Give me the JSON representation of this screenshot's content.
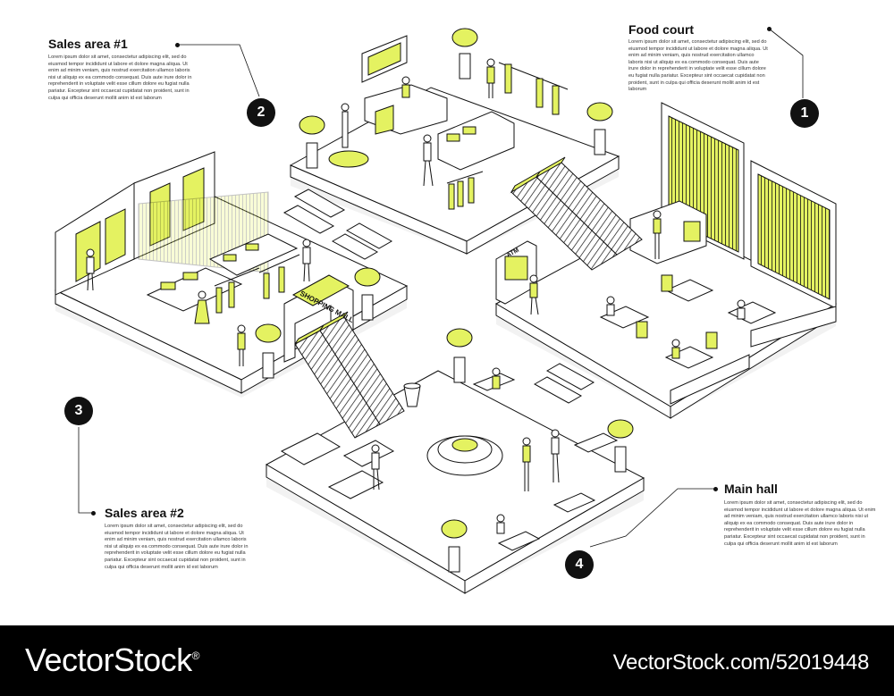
{
  "colors": {
    "accent": "#e4f261",
    "ink": "#111111",
    "floor": "#ffffff",
    "shadow": "#eeeeee",
    "footer_bg": "#000000"
  },
  "sections": [
    {
      "title": "Food court",
      "number": "1",
      "body": "Lorem ipsum dolor sit amet, consectetur adipiscing elit, sed do eiusmod tempor incididunt ut labore et dolore magna aliqua. Ut enim ad minim veniam, quis nostrud exercitation ullamco laboris nisi ut aliquip ex ea commodo consequat. Duis aute irure dolor in reprehenderit in voluptate velit esse cillum dolore eu fugiat nulla pariatur. Excepteur sint occaecat cupidatat non proident, sunt in culpa qui officia deserunt mollit anim id est laborum"
    },
    {
      "title": "Sales area #1",
      "number": "2",
      "body": "Lorem ipsum dolor sit amet, consectetur adipiscing elit, sed do eiusmod tempor incididunt ut labore et dolore magna aliqua. Ut enim ad minim veniam, quis nostrud exercitation ullamco laboris nisi ut aliquip ex ea commodo consequat. Duis aute irure dolor in reprehenderit in voluptate velit esse cillum dolore eu fugiat nulla pariatur. Excepteur sint occaecat cupidatat non proident, sunt in culpa qui officia deserunt mollit anim id est laborum"
    },
    {
      "title": "Sales area #2",
      "number": "3",
      "body": "Lorem ipsum dolor sit amet, consectetur adipiscing elit, sed do eiusmod tempor incididunt ut labore et dolore magna aliqua. Ut enim ad minim veniam, quis nostrud exercitation ullamco laboris nisi ut aliquip ex ea commodo consequat. Duis aute irure dolor in reprehenderit in voluptate velit esse cillum dolore eu fugiat nulla pariatur. Excepteur sint occaecat cupidatat non proident, sunt in culpa qui officia deserunt mollit anim id est laborum"
    },
    {
      "title": "Main hall",
      "number": "4",
      "body": "Lorem ipsum dolor sit amet, consectetur adipiscing elit, sed do eiusmod tempor incididunt ut labore et dolore magna aliqua. Ut enim ad minim veniam, quis nostrud exercitation ullamco laboris nisi ut aliquip ex ea commodo consequat. Duis aute irure dolor in reprehenderit in voluptate velit esse cillum dolore eu fugiat nulla pariatur. Excepteur sint occaecat cupidatat non proident, sunt in culpa qui officia deserunt mollit anim id est laborum"
    }
  ],
  "signs": {
    "mall": "SHOPPING MALL",
    "atm": "ATM"
  },
  "footer": {
    "brand": "VectorStock",
    "brand_mark": "®",
    "image_ref": "VectorStock.com/52019448"
  }
}
